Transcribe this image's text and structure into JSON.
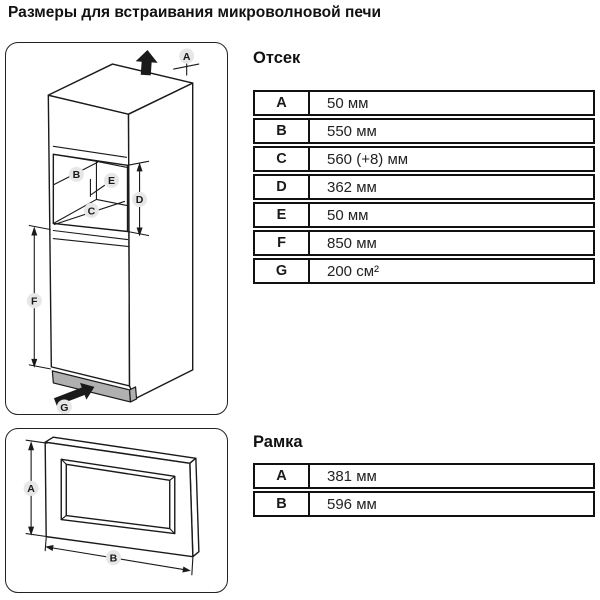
{
  "page_title": "Размеры для встраивания микроволновой печи",
  "sections": {
    "compartment": {
      "heading": "Отсек",
      "rows": [
        {
          "key": "A",
          "value": "50 мм"
        },
        {
          "key": "B",
          "value": "550 мм"
        },
        {
          "key": "C",
          "value": "560 (+8) мм"
        },
        {
          "key": "D",
          "value": "362 мм"
        },
        {
          "key": "E",
          "value": "50 мм"
        },
        {
          "key": "F",
          "value": "850 мм"
        },
        {
          "key": "G",
          "value": "200 см²"
        }
      ]
    },
    "frame": {
      "heading": "Рамка",
      "rows": [
        {
          "key": "A",
          "value": "381 мм"
        },
        {
          "key": "B",
          "value": "596 мм"
        }
      ]
    }
  },
  "diagrams": {
    "cabinet": {
      "labels": {
        "a": "A",
        "b": "B",
        "c": "C",
        "d": "D",
        "e": "E",
        "f": "F",
        "g": "G"
      }
    },
    "frame": {
      "labels": {
        "a": "A",
        "b": "B"
      }
    }
  },
  "colors": {
    "line": "#1a1a1a",
    "plinth": "#b0b0b0",
    "badge": "#e7e7e7"
  }
}
